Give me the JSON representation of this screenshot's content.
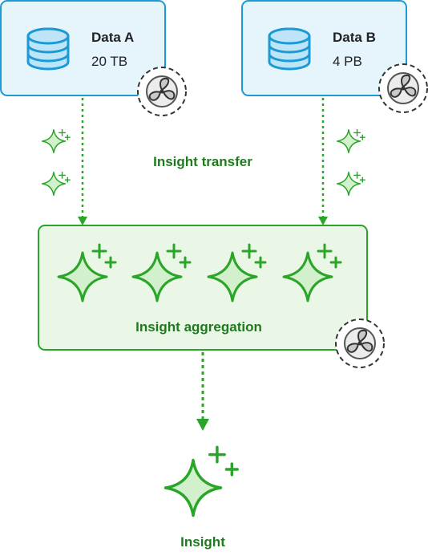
{
  "sources": [
    {
      "label": "Data A",
      "value": "20 TB"
    },
    {
      "label": "Data B",
      "value": "4 PB"
    }
  ],
  "labels": {
    "transfer": "Insight transfer",
    "aggregation": "Insight aggregation",
    "output": "Insight"
  },
  "icons": [
    "database-icon",
    "fan-icon",
    "sparkle-icon",
    "arrow-down-icon"
  ],
  "colors": {
    "blue_fill": "#e6f4fc",
    "blue_stroke": "#1b9ad6",
    "green_fill": "#eaf7e6",
    "green_stroke": "#2aa52a",
    "green_text": "#1f7a1f"
  }
}
